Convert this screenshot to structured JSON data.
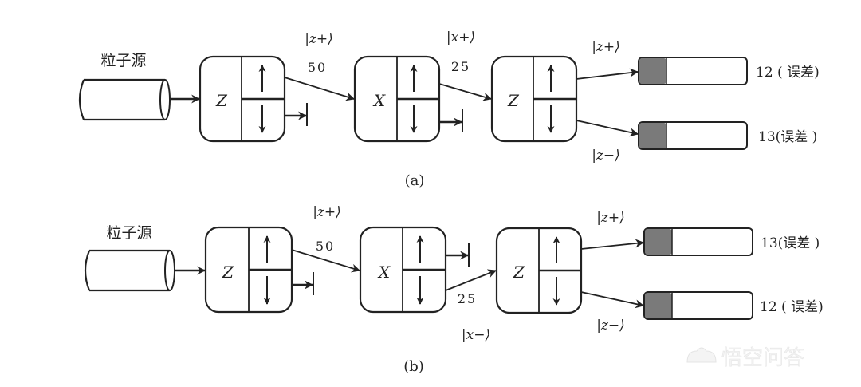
{
  "panels": [
    {
      "id": "a",
      "caption": "(a)",
      "source_label": "粒子源",
      "analyzers": [
        {
          "axis": "Z",
          "up_symbol": "↑",
          "down_symbol": "↓",
          "blocked": "down"
        },
        {
          "axis": "X",
          "up_symbol": "↑",
          "down_symbol": "↓",
          "blocked": "down"
        },
        {
          "axis": "Z",
          "up_symbol": "↑",
          "down_symbol": "↓",
          "blocked": "none"
        }
      ],
      "beams": [
        {
          "state": "|z+⟩",
          "count": "50"
        },
        {
          "state": "|x+⟩",
          "count": "25"
        }
      ],
      "outputs": [
        {
          "state": "|z+⟩",
          "result": "12 ( 误差)"
        },
        {
          "state": "|z−⟩",
          "result": "13(误差 )"
        }
      ]
    },
    {
      "id": "b",
      "caption": "(b)",
      "source_label": "粒子源",
      "analyzers": [
        {
          "axis": "Z",
          "up_symbol": "↑",
          "down_symbol": "↓",
          "blocked": "down"
        },
        {
          "axis": "X",
          "up_symbol": "↑",
          "down_symbol": "↓",
          "blocked": "up"
        },
        {
          "axis": "Z",
          "up_symbol": "↑",
          "down_symbol": "↓",
          "blocked": "none"
        }
      ],
      "beams": [
        {
          "state": "|z+⟩",
          "count": "50"
        },
        {
          "state": "|x−⟩",
          "count": "25"
        }
      ],
      "outputs": [
        {
          "state": "|z+⟩",
          "result": "13(误差 )"
        },
        {
          "state": "|z−⟩",
          "result": "12 ( 误差)"
        }
      ]
    }
  ],
  "watermark": {
    "icon": "wukong-cloud-icon",
    "text": "悟空问答"
  },
  "colors": {
    "line": "#222222",
    "detector_fill": "#7a7a7a",
    "background": "#ffffff"
  }
}
